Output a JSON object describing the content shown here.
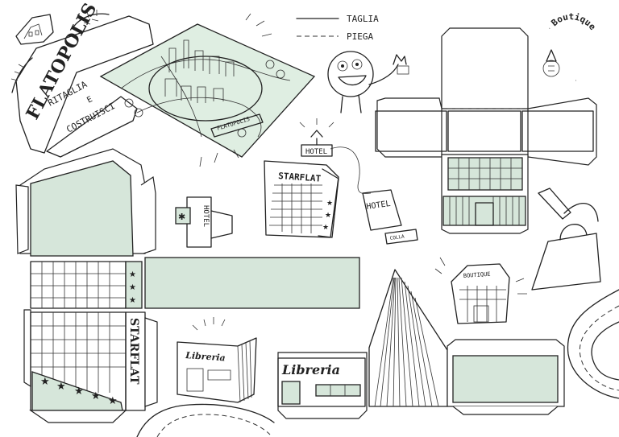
{
  "title": {
    "line1": "FLATOPOLIS",
    "line2": "RITAGLIA",
    "line3": "E",
    "line4": "COSTRUISCI"
  },
  "legend": {
    "cut_label": "TAGLIA",
    "fold_label": "PIEGA"
  },
  "map_banner": "FLATOPOLIS",
  "labels": {
    "boutique_sign": "Boutique",
    "hotel_sign_large": "HOTEL",
    "hotel_sign_small": "HOTEL",
    "hotel_tab": "HOTEL",
    "starflat_building": "STARFLAT",
    "starflat_vertical": "STARFLAT",
    "glue_tube": "COLLA",
    "bookshop_illustration": "Libreria",
    "bookshop_sign": "Libreria",
    "boutique_small": "BOUTIQUE"
  },
  "colors": {
    "panel_fill": "#d6e6da",
    "ink": "#222222",
    "paper": "#ffffff"
  }
}
